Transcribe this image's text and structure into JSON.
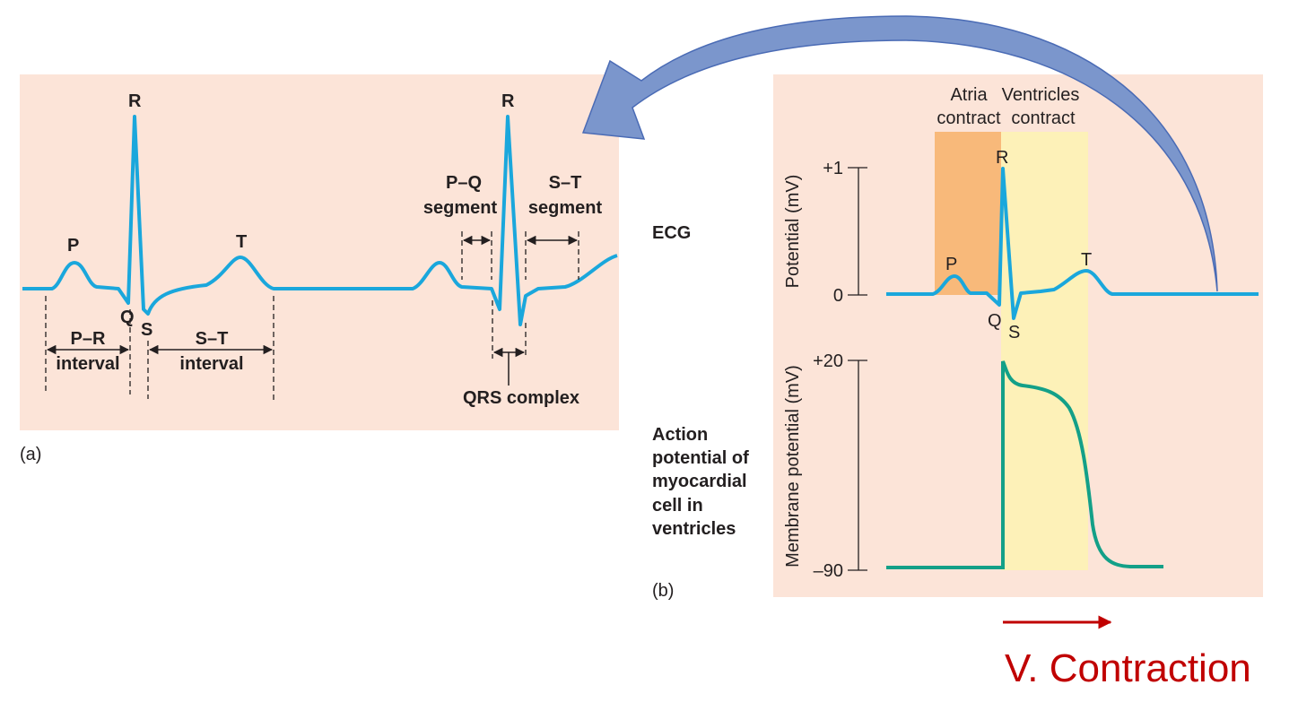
{
  "panel_a": {
    "label": "(a)",
    "R1": "R",
    "R2": "R",
    "P": "P",
    "Q": "Q",
    "S": "S",
    "T": "T",
    "pr_interval": [
      "P–R",
      "interval"
    ],
    "st_interval": [
      "S–T",
      "interval"
    ],
    "pq_segment": [
      "P–Q",
      "segment"
    ],
    "st_segment": [
      "S–T",
      "segment"
    ],
    "qrs": "QRS complex"
  },
  "side": {
    "ecg": "ECG",
    "action_potential": [
      "Action",
      "potential of",
      "myocardial",
      "cell in",
      "ventricles"
    ]
  },
  "panel_b": {
    "label": "(b)",
    "atria": [
      "Atria",
      "contract"
    ],
    "ventricles": [
      "Ventricles",
      "contract"
    ],
    "ecg_ylabel": "Potential (mV)",
    "ecg_ticks": [
      "+1",
      "0"
    ],
    "R": "R",
    "P": "P",
    "Q": "Q",
    "S": "S",
    "T": "T",
    "ap_ylabel": "Membrane potential (mV)",
    "ap_ticks": [
      "+20",
      "–90"
    ]
  },
  "footer": {
    "text": "V. Contraction"
  },
  "colors": {
    "panel": "#fce4d8",
    "ecg": "#1aa7dc",
    "ap": "#13a088",
    "atria": "#f8b97a",
    "ventricles": "#fdf1b8",
    "arrow": "#7b96cc",
    "red": "#c00000"
  }
}
